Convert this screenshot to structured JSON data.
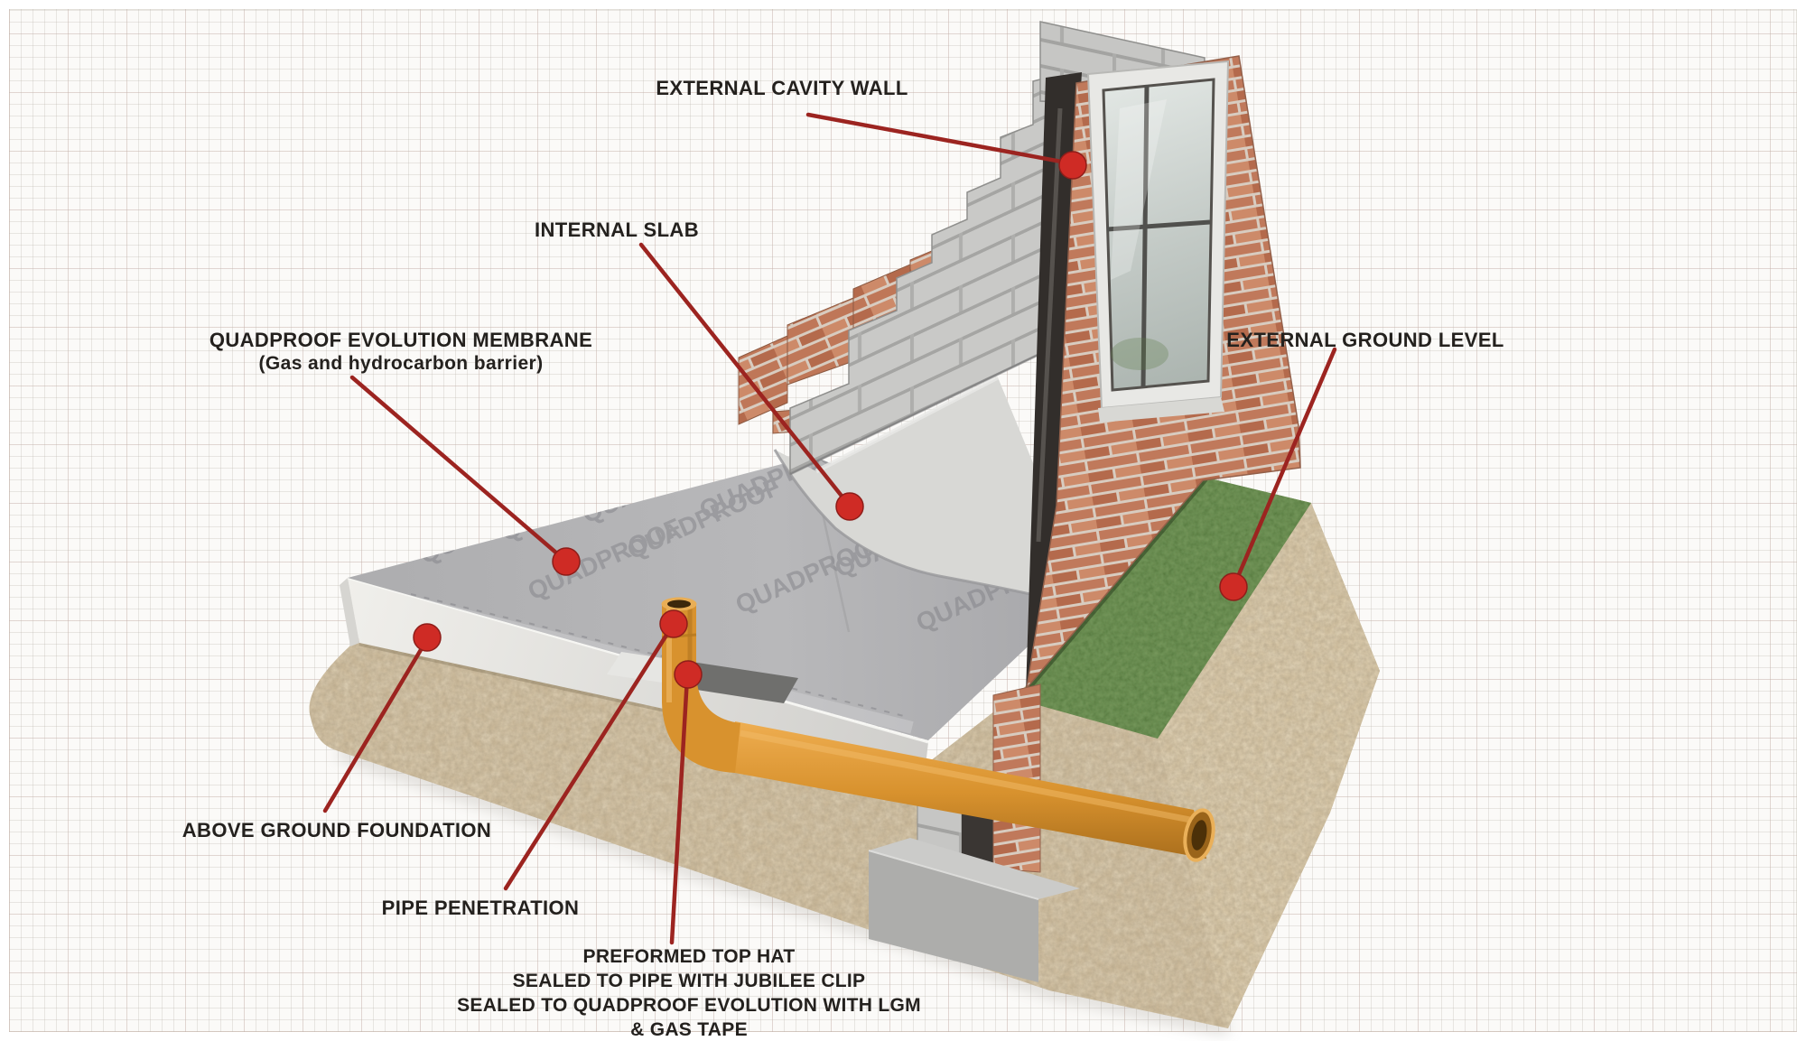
{
  "diagram": {
    "type": "construction-detail-cutaway",
    "labels": {
      "external_cavity_wall": "EXTERNAL CAVITY WALL",
      "internal_slab": "INTERNAL SLAB",
      "membrane_line1": "QUADPROOF EVOLUTION MEMBRANE",
      "membrane_line2": "(Gas and hydrocarbon barrier)",
      "external_ground_level": "EXTERNAL GROUND LEVEL",
      "above_ground_foundation": "ABOVE GROUND FOUNDATION",
      "pipe_penetration": "PIPE PENETRATION",
      "top_hat_line1": "PREFORMED TOP HAT",
      "top_hat_line2": "SEALED TO PIPE WITH JUBILEE CLIP",
      "top_hat_line3": "SEALED TO QUADPROOF EVOLUTION WITH LGM",
      "top_hat_line4": "& GAS TAPE"
    },
    "membrane": {
      "watermark": "QUADPROOF"
    },
    "colors": {
      "leader_line": "#9c2420",
      "marker_dot": "#cf2b25",
      "label_text": "#24211e",
      "soil": "#cbb795",
      "grass": "#4d7036",
      "brick": "#c0795b",
      "concrete_block": "#c9c9c7",
      "membrane": "#b2b2b4",
      "internal_slab": "#d8d8d5",
      "foundation_edge": "#e9e8e4",
      "pipe": "#d8922e",
      "paper": "#fbfaf8"
    }
  }
}
